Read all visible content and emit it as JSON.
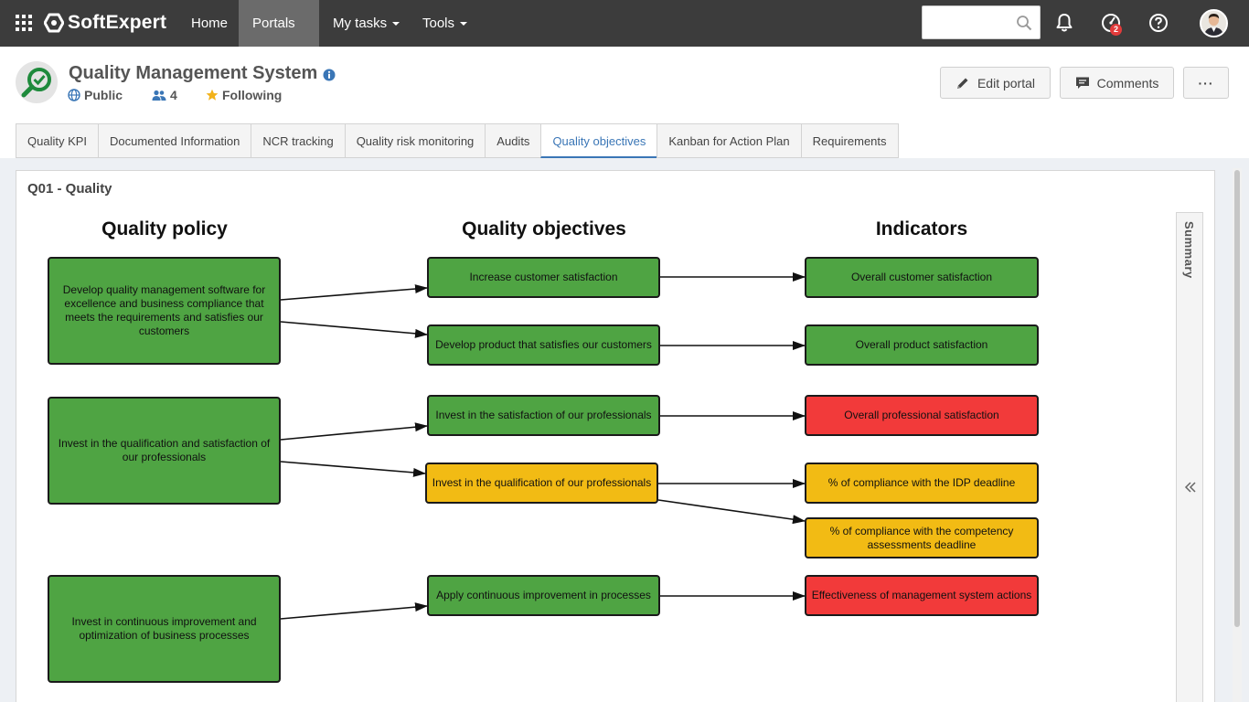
{
  "topbar": {
    "brand": "SoftExpert",
    "nav": [
      {
        "label": "Home",
        "dropdown": false,
        "active": false
      },
      {
        "label": "Portals",
        "dropdown": true,
        "active": true
      },
      {
        "label": "My tasks",
        "dropdown": true,
        "active": false
      },
      {
        "label": "Tools",
        "dropdown": true,
        "active": false
      }
    ],
    "search_placeholder": "",
    "notifications_badge": "2",
    "icons": [
      "grid-icon",
      "search-icon",
      "bell-icon",
      "tasks-speedometer-icon",
      "help-icon",
      "avatar"
    ]
  },
  "portal": {
    "title": "Quality Management System",
    "visibility": "Public",
    "members": "4",
    "following": "Following",
    "buttons": {
      "edit": "Edit portal",
      "comments": "Comments",
      "more": "···"
    }
  },
  "tabs": [
    {
      "label": "Quality KPI",
      "active": false
    },
    {
      "label": "Documented Information",
      "active": false
    },
    {
      "label": "NCR tracking",
      "active": false
    },
    {
      "label": "Quality risk monitoring",
      "active": false
    },
    {
      "label": "Audits",
      "active": false
    },
    {
      "label": "Quality objectives",
      "active": true
    },
    {
      "label": "Kanban for Action Plan",
      "active": false
    },
    {
      "label": "Requirements",
      "active": false
    }
  ],
  "panel": {
    "title": "Q01 - Quality",
    "summary_label": "Summary"
  },
  "diagram": {
    "columns": [
      "Quality policy",
      "Quality objectives",
      "Indicators"
    ],
    "policies": [
      "Develop quality management software for excellence and business compliance that meets the requirements and satisfies our customers",
      "Invest in the qualification and satisfaction of our professionals",
      "Invest in continuous improvement and optimization of business processes"
    ],
    "objectives": [
      {
        "label": "Increase customer satisfaction",
        "status": "green"
      },
      {
        "label": "Develop product that satisfies our customers",
        "status": "green"
      },
      {
        "label": "Invest in the satisfaction of our professionals",
        "status": "green"
      },
      {
        "label": "Invest in the qualification of our professionals",
        "status": "yellow"
      },
      {
        "label": "Apply continuous improvement in processes",
        "status": "green"
      }
    ],
    "indicators": [
      {
        "label": "Overall customer satisfaction",
        "status": "green"
      },
      {
        "label": "Overall product satisfaction",
        "status": "green"
      },
      {
        "label": "Overall professional satisfaction",
        "status": "red"
      },
      {
        "label": "% of compliance with the IDP deadline",
        "status": "yellow"
      },
      {
        "label": "% of compliance with the competency assessments deadline",
        "status": "yellow"
      },
      {
        "label": "Effectiveness of management system actions",
        "status": "red"
      }
    ],
    "colors": {
      "green": "#4fa443",
      "yellow": "#f2bb14",
      "red": "#f23a3a"
    }
  }
}
